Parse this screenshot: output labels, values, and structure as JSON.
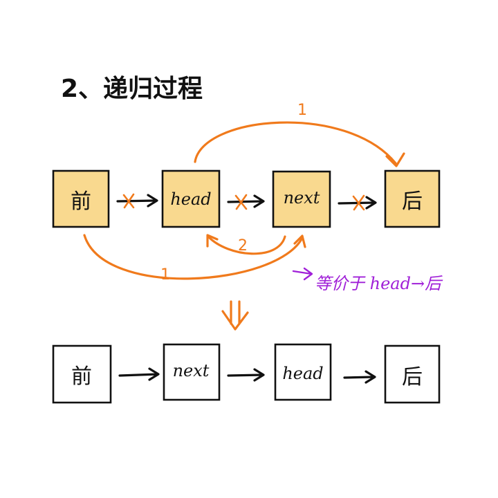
{
  "title": "2、递归过程",
  "top_row": [
    {
      "label": "前"
    },
    {
      "label": "head"
    },
    {
      "label": "next"
    },
    {
      "label": "后"
    }
  ],
  "bottom_row": [
    {
      "label": "前"
    },
    {
      "label": "next"
    },
    {
      "label": "head"
    },
    {
      "label": "后"
    }
  ],
  "step_labels": {
    "top_curve": "1",
    "bottom_curve": "1",
    "back_curve": "2"
  },
  "note": "等价于 head→后",
  "colors": {
    "box_fill": "#f9d98f",
    "orange": "#f07a1c",
    "purple": "#a020d8",
    "ink": "#111111"
  }
}
